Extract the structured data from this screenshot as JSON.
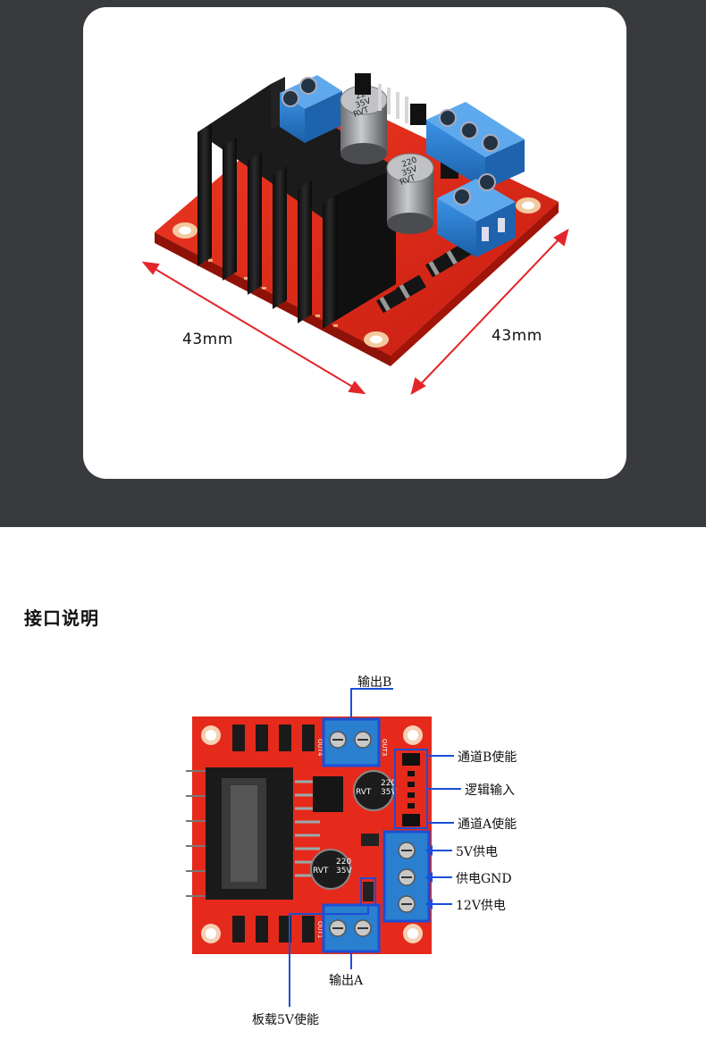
{
  "dimensions": {
    "width_label": "43mm",
    "depth_label": "43mm"
  },
  "photo": {
    "capacitor_1": [
      "220",
      "35V",
      "RVT"
    ],
    "capacitor_2": [
      "220",
      "35V",
      "RVT"
    ]
  },
  "section": {
    "title": "接口说明"
  },
  "diagram": {
    "callouts": {
      "output_b": "输出B",
      "channel_b_enable": "通道B使能",
      "logic_input": "逻辑输入",
      "channel_a_enable": "通道A使能",
      "power_5v": "5V供电",
      "power_gnd": "供电GND",
      "power_12v": "12V供电",
      "output_a": "输出A",
      "onboard_5v_enable": "板载5V使能"
    },
    "silkscreen": {
      "out4": "OUT4",
      "out3": "OUT3",
      "out1": "OUT1",
      "cap_a": [
        "220",
        "35V",
        "RVT"
      ],
      "cap_b": [
        "220",
        "35V",
        "RVT"
      ]
    },
    "colors": {
      "pcb": "#e52a1c",
      "terminal": "#2a7fcf",
      "highlight_box": "#1a4fd6",
      "heatsink": "#1a1a1a"
    }
  }
}
